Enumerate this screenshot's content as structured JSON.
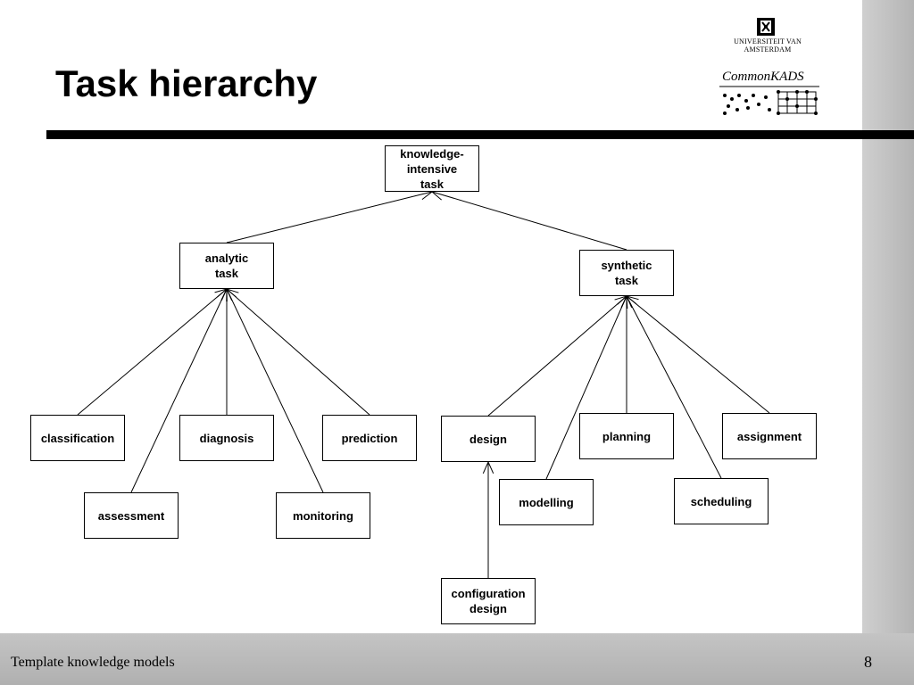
{
  "slide": {
    "title": "Task hierarchy",
    "footer": "Template knowledge models",
    "page_number": "8"
  },
  "logos": {
    "university": "Universiteit van Amsterdam",
    "commonkads": "CommonKADS"
  },
  "diagram": {
    "nodes": {
      "knowledge_intensive_task": "knowledge-\nintensive\ntask",
      "analytic_task": "analytic\ntask",
      "synthetic_task": "synthetic\ntask",
      "classification": "classification",
      "diagnosis": "diagnosis",
      "prediction": "prediction",
      "assessment": "assessment",
      "monitoring": "monitoring",
      "design": "design",
      "planning": "planning",
      "assignment": "assignment",
      "modelling": "modelling",
      "scheduling": "scheduling",
      "configuration_design": "configuration\ndesign"
    },
    "edges": [
      [
        "analytic_task",
        "knowledge_intensive_task"
      ],
      [
        "synthetic_task",
        "knowledge_intensive_task"
      ],
      [
        "classification",
        "analytic_task"
      ],
      [
        "assessment",
        "analytic_task"
      ],
      [
        "diagnosis",
        "analytic_task"
      ],
      [
        "monitoring",
        "analytic_task"
      ],
      [
        "prediction",
        "analytic_task"
      ],
      [
        "design",
        "synthetic_task"
      ],
      [
        "modelling",
        "synthetic_task"
      ],
      [
        "planning",
        "synthetic_task"
      ],
      [
        "scheduling",
        "synthetic_task"
      ],
      [
        "assignment",
        "synthetic_task"
      ],
      [
        "configuration_design",
        "design"
      ]
    ]
  }
}
